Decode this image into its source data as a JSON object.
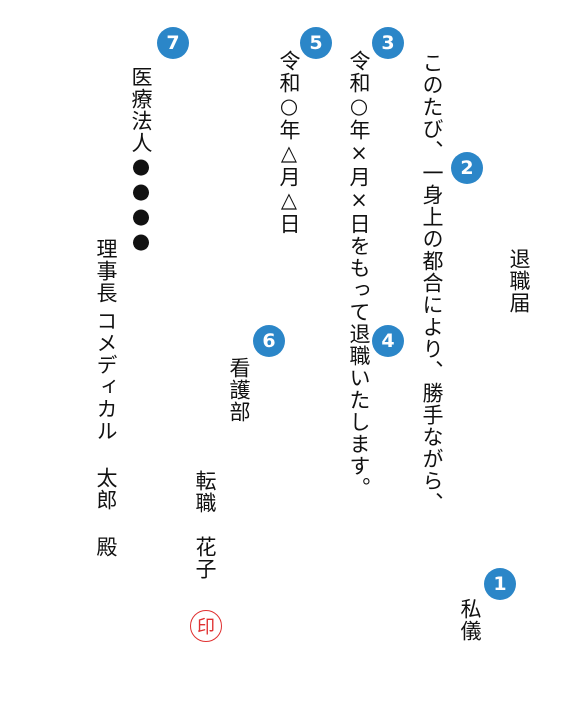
{
  "document": {
    "title": "退職届",
    "opening_line": "私儀",
    "body_line1": "このたび、一身上の都合により、勝手ながら、",
    "body_line2": "令和○年×月×日をもって退職いたします。",
    "submission_date": "令和○年△月△日",
    "department": "看護部",
    "employee_name": "転職　花子",
    "seal_mark": "印",
    "recipient_org": "医療法人●●●●",
    "recipient_title": "理事長",
    "recipient_name": "コメディカル 太郎 殿"
  },
  "annotations": [
    "1",
    "2",
    "3",
    "4",
    "5",
    "6",
    "7"
  ],
  "colors": {
    "badge": "#2b86c8",
    "seal": "#e03030",
    "text": "#111111"
  }
}
